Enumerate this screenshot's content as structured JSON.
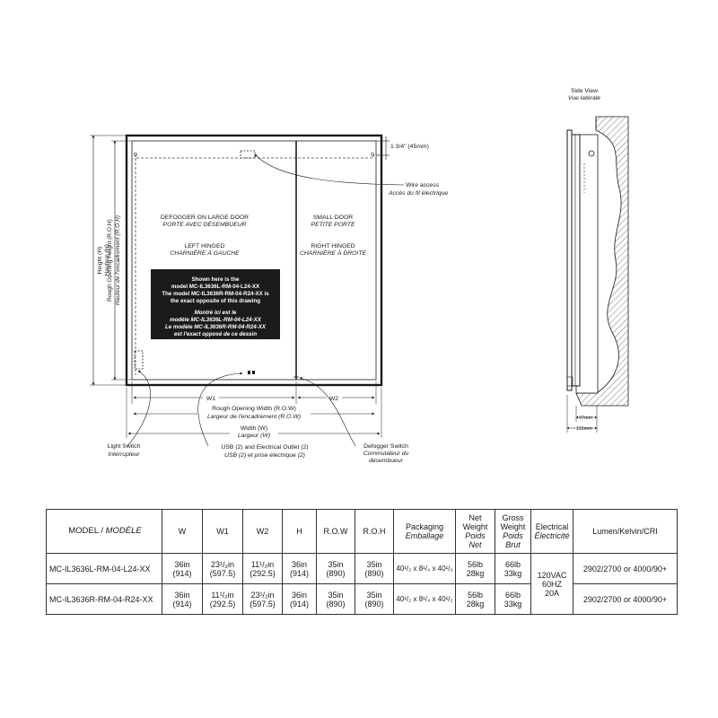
{
  "labels": {
    "depth_dim": "1 3/4\" (45mm)",
    "wire_access_en": "Wire access",
    "wire_access_fr": "Accès du fil électrique",
    "large_door_en": "DEFOGGER ON LARGE DOOR",
    "large_door_fr": "PORTE AVEC DÉSEMBUEUR",
    "left_hinged_en": "LEFT HINGED",
    "left_hinged_fr": "CHARNIÈRE À GAUCHE",
    "small_door_en": "SMALL DOOR",
    "small_door_fr": "PETITE PORTE",
    "right_hinged_en": "RIGHT HINGED",
    "right_hinged_fr": "CHARNIÈRE À DROITE",
    "height_en": "Height (H)",
    "height_fr": "Hauteur (H)",
    "roh_en": "Rough Opening Height (R.O.H)",
    "roh_fr": "Hauteur de l'encadrement (R.O.H)",
    "w1": "W1",
    "w2": "W2",
    "row_en": "Rough Opening Width (R.O.W)",
    "row_fr": "Largeur de l'encadrement (R.O.W)",
    "width_en": "Width (W)",
    "width_fr": "Largeur (W)",
    "light_switch_en": "Light Switch",
    "light_switch_fr": "Interrupteur",
    "usb_en": "USB (2) and Electrical Outlet (2)",
    "usb_fr": "USB (2) et prise électrique (2)",
    "defogger_en": "Defogger Switch",
    "defogger_fr_1": "Commutateur du",
    "defogger_fr_2": "désembueur",
    "side_view_en": "Side View",
    "side_view_fr": "Vue latérale",
    "dim_97": "97mm",
    "dim_115": "115mm"
  },
  "notice": {
    "en": [
      "Shown here is the",
      "model MC-IL3636L-RM-04-L24-XX",
      "The model MC-IL3636R-RM-04-R24-XX is",
      "the exact opposite of this drawing"
    ],
    "fr": [
      "Montré ici est le",
      "modèle MC-IL3636L-RM-04-L24-XX",
      "Le modèle MC-IL3636R-RM-04-R24-XX",
      "est l'exact opposé de ce dessin"
    ]
  },
  "table": {
    "headers": {
      "model_en": "MODEL / ",
      "model_fr": "MODÈLE",
      "w": "W",
      "w1": "W1",
      "w2": "W2",
      "h": "H",
      "row": "R.O.W",
      "roh": "R.O.H",
      "packaging_en": "Packaging",
      "packaging_fr": "Emballage",
      "net_en_1": "Net",
      "net_en_2": "Weight",
      "net_fr_1": "Poids",
      "net_fr_2": "Net",
      "gross_en_1": "Gross",
      "gross_en_2": "Weight",
      "gross_fr_1": "Poids",
      "gross_fr_2": "Brut",
      "elec_en": "Electrical",
      "elec_fr": "Électricité",
      "lumen": "Lumen/Kelvin/CRI"
    },
    "electrical": [
      "120VAC",
      "60HZ",
      "20A"
    ],
    "rows": [
      {
        "model": "MC-IL3636L-RM-04-L24-XX",
        "w": [
          "36in",
          "(914)"
        ],
        "w1": [
          "23¹/₂in",
          "(597.5)"
        ],
        "w2": [
          "11¹/₂in",
          "(292.5)"
        ],
        "h": [
          "36in",
          "(914)"
        ],
        "row": [
          "35in",
          "(890)"
        ],
        "roh": [
          "35in",
          "(890)"
        ],
        "packaging": "40¹/₂ x 8¹/₄ x 40¹/₂",
        "net": [
          "56lb",
          "28kg"
        ],
        "gross": [
          "66lb",
          "33kg"
        ],
        "lumen": "2902/2700 or 4000/90+"
      },
      {
        "model": "MC-IL3636R-RM-04-R24-XX",
        "w": [
          "36in",
          "(914)"
        ],
        "w1": [
          "11¹/₂in",
          "(292.5)"
        ],
        "w2": [
          "23¹/₂in",
          "(597.5)"
        ],
        "h": [
          "36in",
          "(914)"
        ],
        "row": [
          "35in",
          "(890)"
        ],
        "roh": [
          "35in",
          "(890)"
        ],
        "packaging": "40¹/₂ x 8¹/₄ x 40¹/₂",
        "net": [
          "56lb",
          "28kg"
        ],
        "gross": [
          "66lb",
          "33kg"
        ],
        "lumen": "2902/2700 or 4000/90+"
      }
    ]
  }
}
